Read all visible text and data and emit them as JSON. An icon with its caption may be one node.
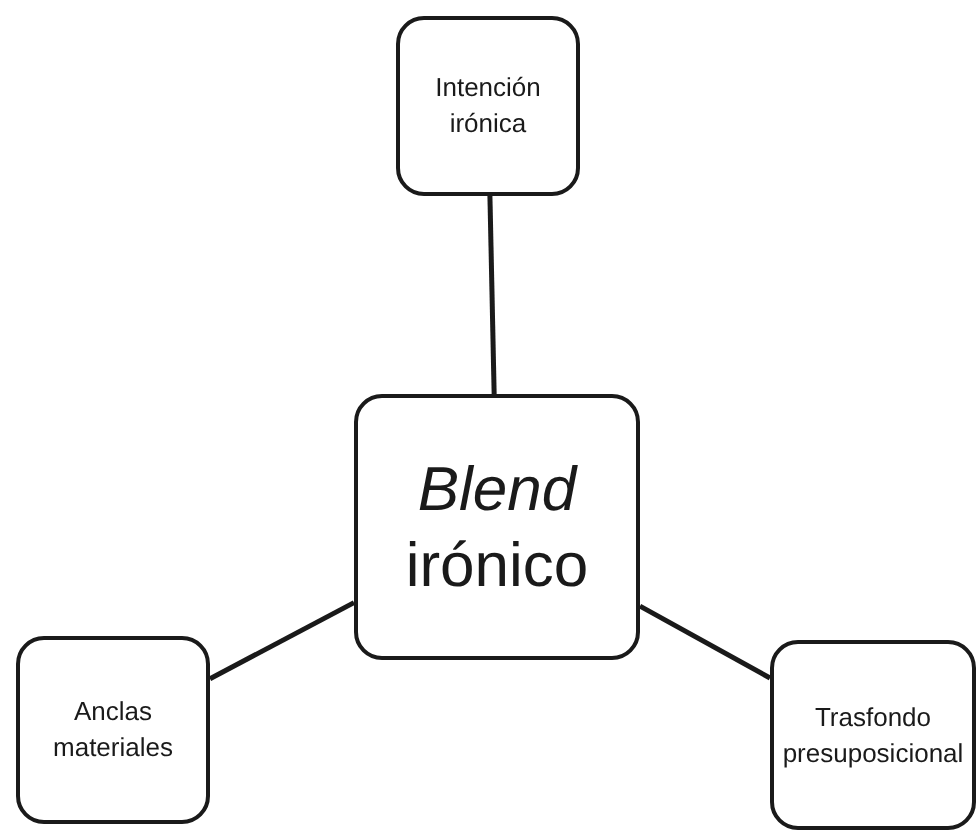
{
  "diagram": {
    "nodes": [
      {
        "text": [
          "Intención irónica"
        ]
      },
      {
        "text": [
          "*Blend* irónico"
        ]
      },
      {
        "text": [
          "Anclas materiales"
        ]
      },
      {
        "text": [
          "Trasfondo presuposicional"
        ]
      }
    ],
    "edges": [
      {
        "from": 1,
        "to": 0,
        "arrow": "none"
      },
      {
        "from": 1,
        "to": 2,
        "arrow": "none"
      },
      {
        "from": 1,
        "to": 3,
        "arrow": "none"
      }
    ]
  }
}
